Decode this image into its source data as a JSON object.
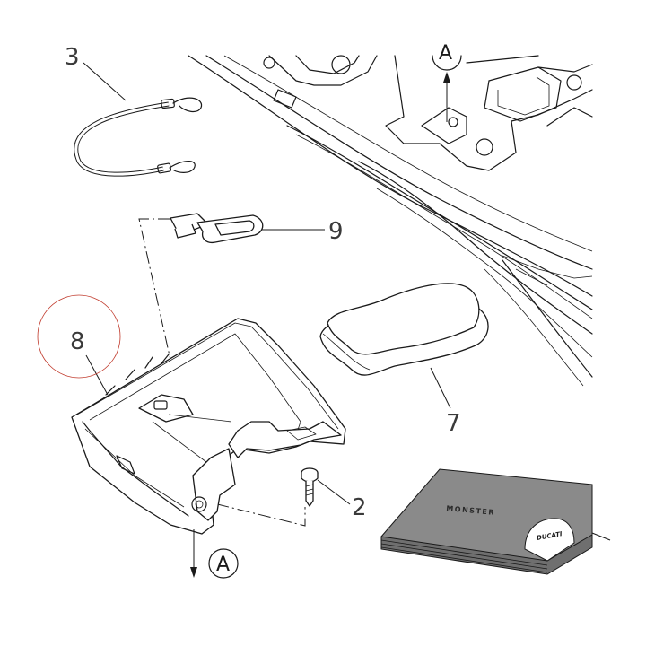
{
  "callouts": {
    "cable": "3",
    "bracket": "9",
    "tray": "8",
    "pad": "7",
    "screw": "2",
    "view_arrow_bottom": "A",
    "view_arrow_top": "A"
  },
  "manual": {
    "title": "MONSTER",
    "logo_text": "DUCATI"
  },
  "colors": {
    "line": "#1a1a1a",
    "manual_cover": "#8a8a8a",
    "highlight_circle": "#c0392b"
  }
}
